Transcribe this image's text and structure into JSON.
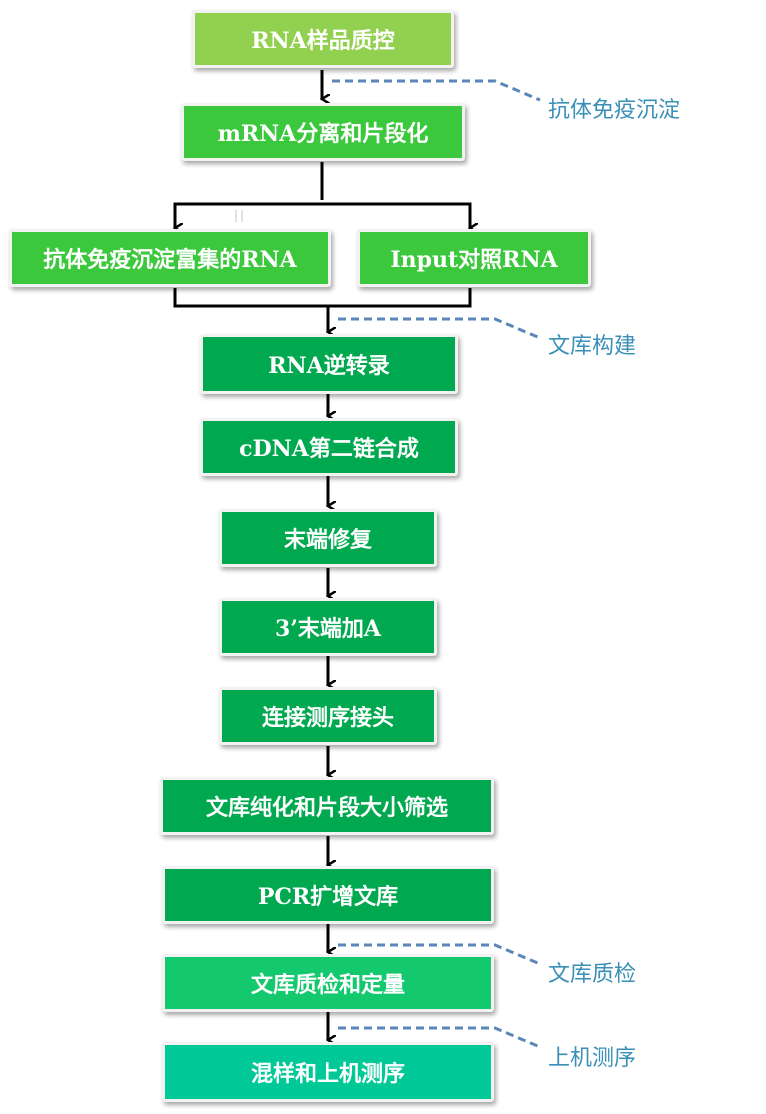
{
  "steps": {
    "qc": "RNA样品质控",
    "mrna": "mRNA分离和片段化",
    "ip": "抗体免疫沉淀富集的RNA",
    "input": "Input对照RNA",
    "rt": "RNA逆转录",
    "cdna2": "cDNA第二链合成",
    "endrepair": "末端修复",
    "atail": "3’末端加A",
    "adapter": "连接测序接头",
    "purify": "文库纯化和片段大小筛选",
    "pcr": "PCR扩增文库",
    "libqc": "文库质检和定量",
    "seq": "混样和上机测序"
  },
  "annotations": {
    "ip": "抗体免疫沉淀",
    "lib": "文库构建",
    "libqc": "文库质检",
    "seq": "上机测序"
  },
  "colors": {
    "light_green": "#92d050",
    "bright_green": "#3cc83c",
    "green": "#00a84f",
    "mint": "#14c86e",
    "teal": "#00c896",
    "note_blue": "#3a8fb7",
    "dash_blue": "#5a86b8"
  }
}
